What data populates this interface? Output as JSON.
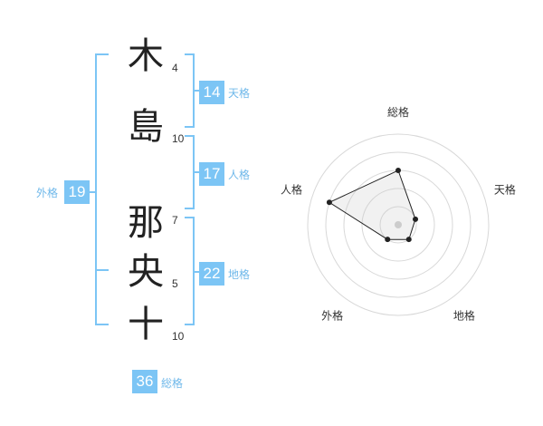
{
  "name": {
    "characters": [
      {
        "char": "木",
        "strokes": "4"
      },
      {
        "char": "島",
        "strokes": "10"
      },
      {
        "char": "那",
        "strokes": "7"
      },
      {
        "char": "央",
        "strokes": "5"
      },
      {
        "char": "十",
        "strokes": "10"
      }
    ]
  },
  "kaku": {
    "tenkaku": {
      "value": "14",
      "label": "天格"
    },
    "jinkaku": {
      "value": "17",
      "label": "人格"
    },
    "chikaku": {
      "value": "22",
      "label": "地格"
    },
    "gaikaku": {
      "value": "19",
      "label": "外格"
    },
    "soukaku": {
      "value": "36",
      "label": "総格"
    }
  },
  "colors": {
    "accent": "#7cc5f5",
    "accent_text": "#6fb8ea"
  },
  "chart_data": {
    "type": "radar",
    "axes": [
      "総格",
      "天格",
      "地格",
      "外格",
      "人格"
    ],
    "values": [
      3,
      1,
      1,
      1,
      4
    ],
    "max": 5
  }
}
